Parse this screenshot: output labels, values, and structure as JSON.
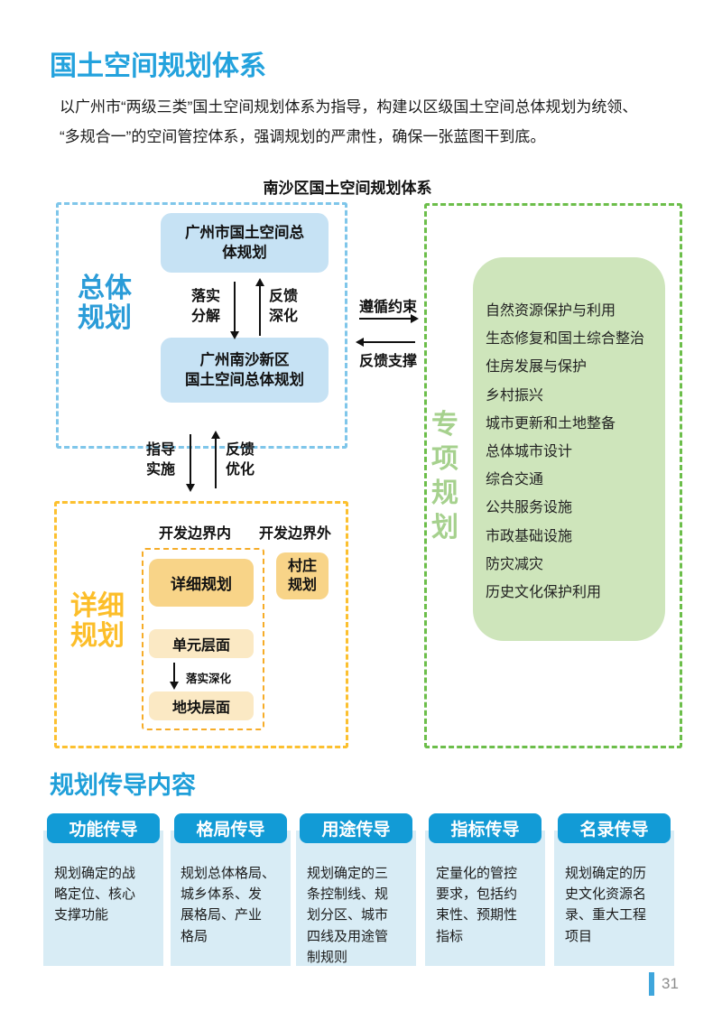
{
  "page": {
    "title": "国土空间规划体系",
    "intro": "以广州市“两级三类”国土空间规划体系为指导，构建以区级国土空间总体规划为统领、\n“多规合一”的空间管控体系，强调规划的严肃性，确保一张蓝图干到底。",
    "section2_title": "规划传导内容",
    "page_number": "31"
  },
  "colors": {
    "accent_blue": "#23a2dd",
    "box_blue_fill": "#c6e2f4",
    "dashed_blue": "#7fc6ea",
    "dashed_green": "#6cbe4a",
    "green_fill": "#cee5bb",
    "green_label": "#a6d18e",
    "dashed_yellow": "#fcc02f",
    "yellow_dark_fill": "#f8d488",
    "yellow_light_fill": "#fbe9c4",
    "yellow_label": "#fcbe2a",
    "column_header_blue": "#129bd6",
    "column_panel_blue": "#d8ecf5"
  },
  "diagram": {
    "title": "南沙区国土空间规划体系",
    "master": {
      "label": "总体\n规划",
      "city_plan": "广州市国土空间总\n体规划",
      "district_plan": "广州南沙新区\n国土空间总体规划",
      "down_label": "落实\n分解",
      "up_label": "反馈\n深化"
    },
    "links": {
      "to_special": "遵循约束",
      "from_special": "反馈支撑",
      "guide": "指导\n实施",
      "feedback": "反馈\n优化"
    },
    "special": {
      "label": "专\n项\n规\n划",
      "items": [
        "自然资源保护与利用",
        "生态修复和国土综合整治",
        "住房发展与保护",
        "乡村振兴",
        "城市更新和土地整备",
        "总体城市设计",
        "综合交通",
        "公共服务设施",
        "市政基础设施",
        "防灾减灾",
        "历史文化保护利用"
      ]
    },
    "detail": {
      "label": "详细\n规划",
      "inside_header": "开发边界内",
      "outside_header": "开发边界外",
      "detail_plan": "详细规划",
      "village_plan": "村庄\n规划",
      "unit_level": "单元层面",
      "block_level": "地块层面",
      "arrow_label": "落实深化"
    }
  },
  "columns": [
    {
      "label": "功能传导",
      "body": "规划确定的战\n略定位、核心\n支撑功能"
    },
    {
      "label": "格局传导",
      "body": "规划总体格局、\n城乡体系、发\n展格局、产业\n格局"
    },
    {
      "label": "用途传导",
      "body": "规划确定的三\n条控制线、规\n划分区、城市\n四线及用途管\n制规则"
    },
    {
      "label": "指标传导",
      "body": "定量化的管控\n要求，包括约\n束性、预期性\n指标"
    },
    {
      "label": "名录传导",
      "body": "规划确定的历\n史文化资源名\n录、重大工程\n项目"
    }
  ]
}
